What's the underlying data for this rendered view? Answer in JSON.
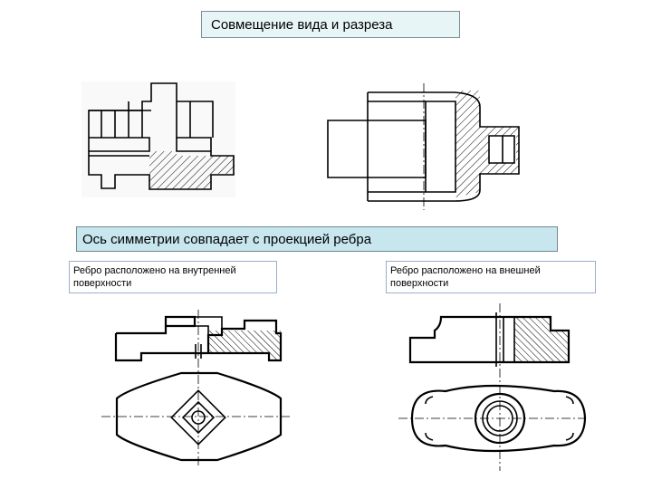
{
  "title": "Совмещение  вида  и разреза",
  "subtitle": "Ось симметрии совпадает  с проекцией ребра",
  "notes": {
    "left": "Ребро расположено на внутренней поверхности",
    "right": "Ребро расположено на внешней поверхности"
  },
  "colors": {
    "title_bg": "#e8f5f7",
    "subtitle_bg": "#c8e6ee",
    "note_border": "#9ab0c8"
  }
}
